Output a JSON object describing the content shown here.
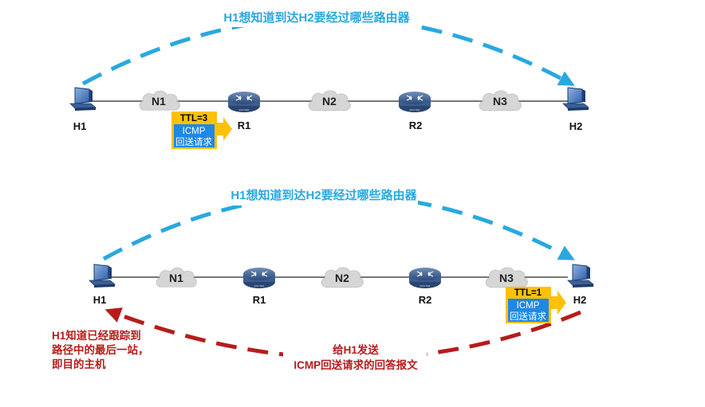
{
  "colors": {
    "blue_arc": "#29a8e0",
    "red_arc": "#b71c1c",
    "title_text": "#29a8e0",
    "packet_blue": "#1e88e5",
    "packet_yellow": "#ffc107",
    "link": "#777777",
    "cloud": "#d6d6d6"
  },
  "icons": {
    "host": "computer-host-icon",
    "router": "router-icon",
    "network": "network-cloud-icon"
  },
  "top": {
    "title": "H1想知道到达H2要经过哪些路由器",
    "nodes": {
      "h1": "H1",
      "n1": "N1",
      "r1": "R1",
      "n2": "N2",
      "r2": "R2",
      "n3": "N3",
      "h2": "H2"
    },
    "packet": {
      "ttl": "TTL=3",
      "line1": "ICMP",
      "line2": "回送请求"
    }
  },
  "bottom": {
    "title": "H1想知道到达H2要经过哪些路由器",
    "nodes": {
      "h1": "H1",
      "n1": "N1",
      "r1": "R1",
      "n2": "N2",
      "r2": "R2",
      "n3": "N3",
      "h2": "H2"
    },
    "packet": {
      "ttl": "TTL=1",
      "line1": "ICMP",
      "line2": "回送请求"
    },
    "reply_note": {
      "line1": "给H1发送",
      "line2": "ICMP回送请求的回答报文"
    },
    "conclusion": {
      "line1": "H1知道已经跟踪到",
      "line2": "路径中的最后一站，",
      "line3": "即目的主机"
    }
  }
}
